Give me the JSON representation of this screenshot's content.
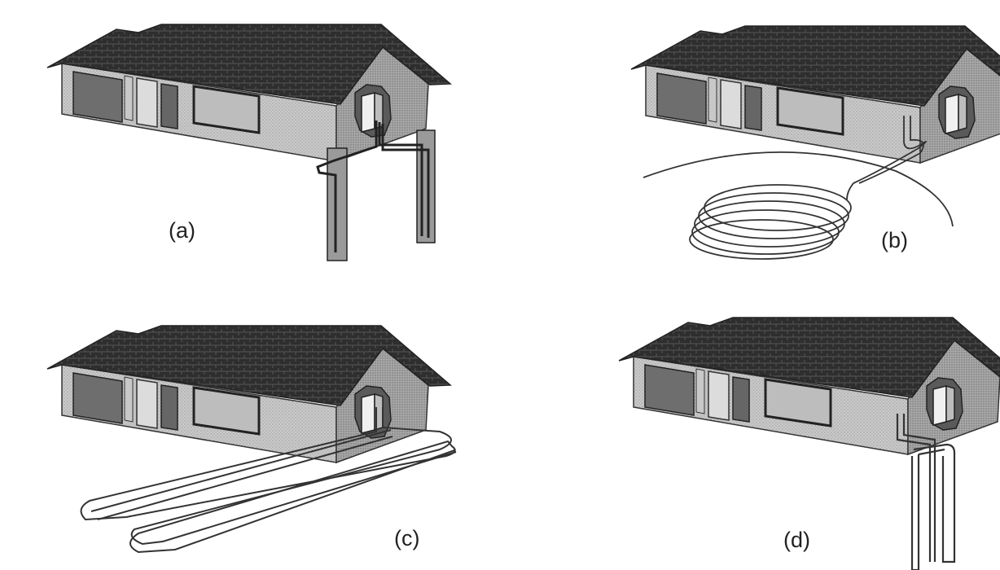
{
  "figure": {
    "panels": [
      {
        "id": "a",
        "label": "(a)",
        "loop": "vertical-wells"
      },
      {
        "id": "b",
        "label": "(b)",
        "loop": "slinky-coil"
      },
      {
        "id": "c",
        "label": "(c)",
        "loop": "horizontal-trench"
      },
      {
        "id": "d",
        "label": "(d)",
        "loop": "vertical-u-bend"
      }
    ]
  },
  "colors": {
    "roof": "#2e2e2e",
    "wall_front": "#c8c8c8",
    "wall_gable": "#9c9c9c",
    "garage_door": "#6e6e6e",
    "pipe": "#222222",
    "background": "#ffffff"
  }
}
